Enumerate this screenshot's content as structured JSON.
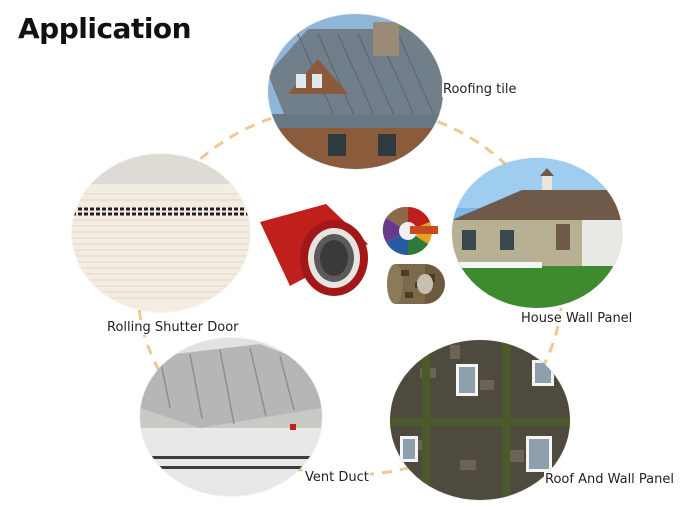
{
  "page": {
    "title": "Application"
  },
  "applications": [
    {
      "label": "Roofing tile",
      "icon": "roof-photo"
    },
    {
      "label": "House Wall Panel",
      "icon": "house-photo"
    },
    {
      "label": "Roof And Wall Panel",
      "icon": "container-building-photo"
    },
    {
      "label": "Vent Duct",
      "icon": "vent-duct-photo"
    },
    {
      "label": "Rolling Shutter Door",
      "icon": "shutter-door-photo"
    }
  ],
  "colors": {
    "ring": "#f0c896",
    "coil_red": "#c0201c",
    "roof_gray": "#6e7f8e",
    "grass": "#3e8a2e",
    "frame_green": "#4c5a2a"
  }
}
